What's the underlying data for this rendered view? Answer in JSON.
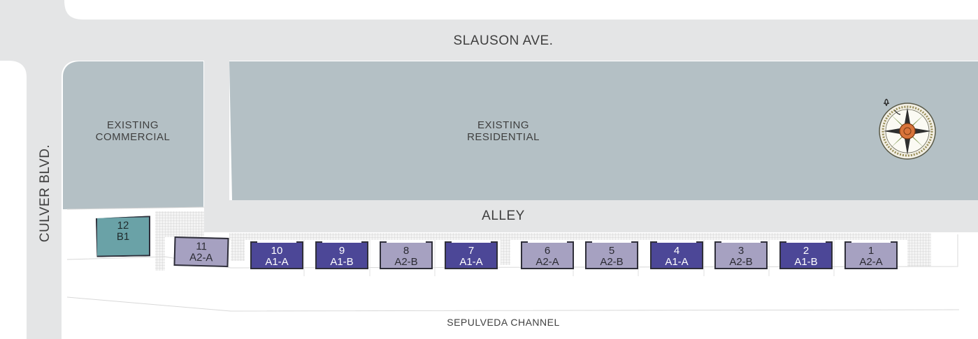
{
  "streets": {
    "slauson": "SLAUSON AVE.",
    "alley": "ALLEY",
    "culver": "CULVER BLVD.",
    "channel": "SEPULVEDA CHANNEL"
  },
  "areas": {
    "commercial": [
      "EXISTING",
      "COMMERCIAL"
    ],
    "residential": [
      "EXISTING",
      "RESIDENTIAL"
    ]
  },
  "colors": {
    "road": "#e4e5e6",
    "existing_block": "#b4c0c5",
    "unit_a1": "#4c4797",
    "unit_a2": "#a6a1c1",
    "unit_b1": "#6aa2a7",
    "compass_center": "#d9743a"
  },
  "units": [
    {
      "number": "12",
      "type": "B1"
    },
    {
      "number": "11",
      "type": "A2-A"
    },
    {
      "number": "10",
      "type": "A1-A"
    },
    {
      "number": "9",
      "type": "A1-B"
    },
    {
      "number": "8",
      "type": "A2-B"
    },
    {
      "number": "7",
      "type": "A1-A"
    },
    {
      "number": "6",
      "type": "A2-A"
    },
    {
      "number": "5",
      "type": "A2-B"
    },
    {
      "number": "4",
      "type": "A1-A"
    },
    {
      "number": "3",
      "type": "A2-B"
    },
    {
      "number": "2",
      "type": "A1-B"
    },
    {
      "number": "1",
      "type": "A2-A"
    }
  ],
  "compass": {
    "icon": "compass-rose-icon"
  }
}
